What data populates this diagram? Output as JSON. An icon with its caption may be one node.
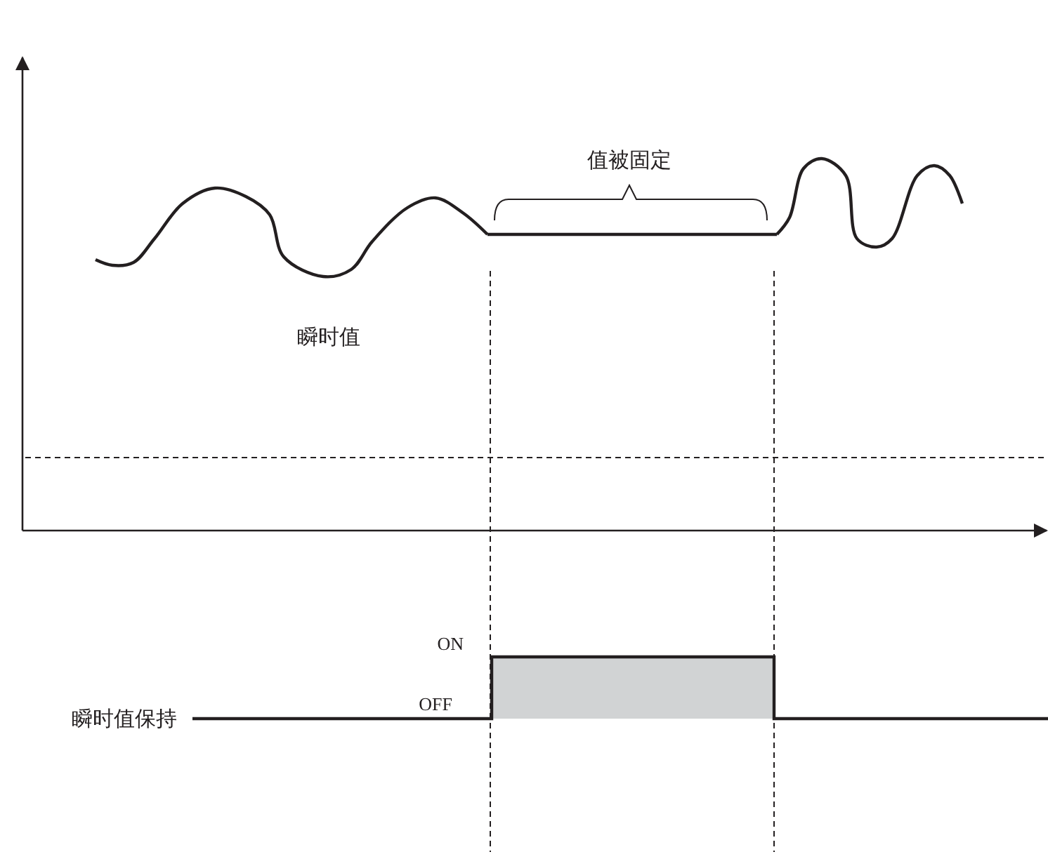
{
  "diagram": {
    "labels": [
      "值被固定",
      "瞬时值",
      "ON",
      "OFF",
      "瞬时值保持"
    ]
  }
}
